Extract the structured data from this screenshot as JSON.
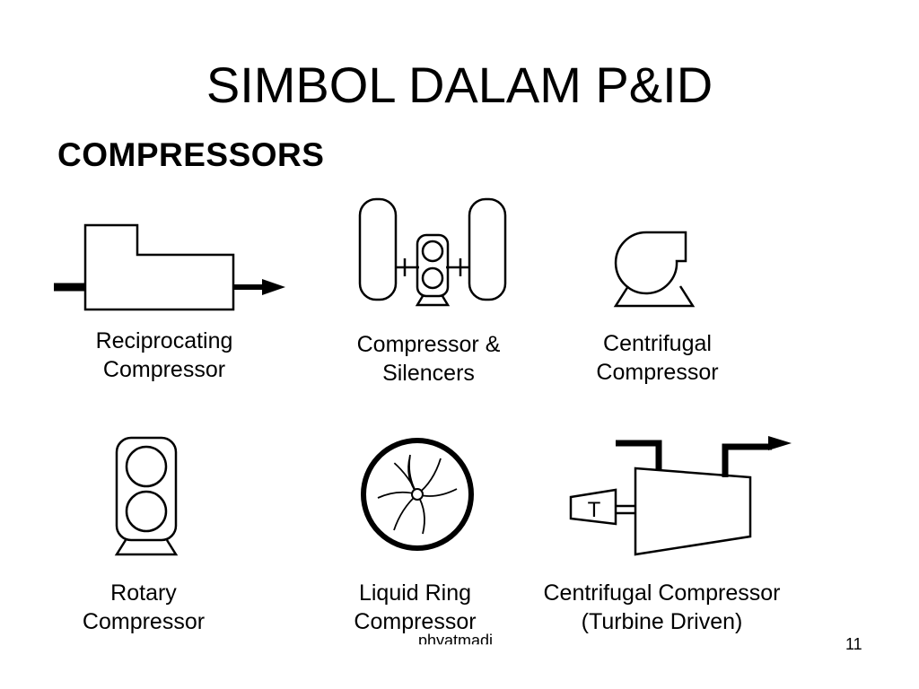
{
  "slide": {
    "title": "SIMBOL DALAM P&ID",
    "section_heading": "COMPRESSORS",
    "footer_author": "phyatmadi",
    "page_number": "11"
  },
  "symbols": [
    {
      "id": "reciprocating",
      "line1": "Reciprocating",
      "line2": "Compressor"
    },
    {
      "id": "silencers",
      "line1": "Compressor &",
      "line2": "Silencers"
    },
    {
      "id": "centrifugal",
      "line1": "Centrifugal",
      "line2": "Compressor"
    },
    {
      "id": "rotary",
      "line1": "Rotary",
      "line2": "Compressor"
    },
    {
      "id": "liquid-ring",
      "line1": "Liquid Ring",
      "line2": "Compressor"
    },
    {
      "id": "turbine-driven",
      "line1": "Centrifugal Compressor",
      "line2": "(Turbine Driven)",
      "turbine_letter": "T"
    }
  ]
}
